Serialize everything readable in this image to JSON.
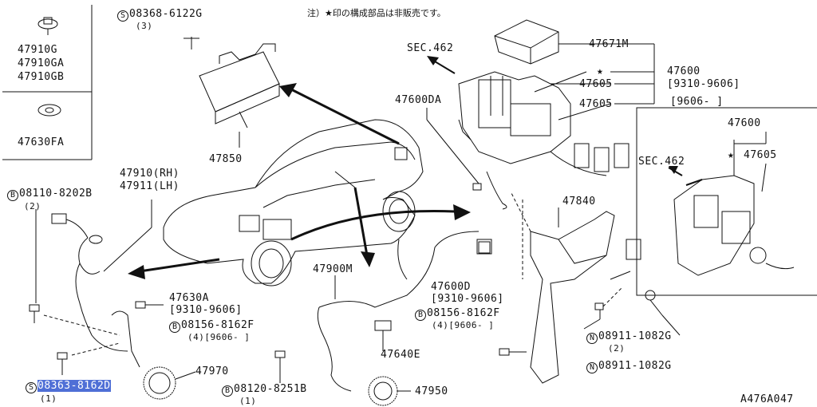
{
  "note": "注）★印の構成部品は非販売です。",
  "diagram_code": "A476A047",
  "parts": {
    "p47910g": "47910G",
    "p47910ga": "47910GA",
    "p47910gb": "47910GB",
    "p47630fa": "47630FA",
    "s08368": "08368-6122G",
    "s08368_qty": "(3)",
    "p47850": "47850",
    "p47910rh": "47910(RH)",
    "p47911lh": "47911(LH)",
    "b08110": "08110-8202B",
    "b08110_qty": "(2)",
    "p47630a": "47630A",
    "p47630a_date": "[9310-9606]",
    "b08156a": "08156-8162F",
    "b08156a_qty": "(4)[9606-    ]",
    "s08363": "08363-8162D",
    "s08363_qty": "(1)",
    "p47970": "47970",
    "b08120": "08120-8251B",
    "b08120_qty": "(1)",
    "p47950": "47950",
    "p47900m": "47900M",
    "p47640e": "47640E",
    "p47600d": "47600D",
    "p47600d_date": "[9310-9606]",
    "b08156b": "08156-8162F",
    "b08156b_qty": "(4)[9606-    ]",
    "p47840": "47840",
    "n08911a": "08911-1082G",
    "n08911a_qty": "(2)",
    "n08911b": "08911-1082G",
    "p47600da": "47600DA",
    "sec462a": "SEC.462",
    "p47671m": "47671M",
    "p47600": "47600",
    "p47600_date1": "[9310-9606]",
    "p47600_date2": "[9606-     ]",
    "p47605a": "47605",
    "p47605b": "47605",
    "p47600r": "47600",
    "sec462b": "SEC.462",
    "p47605r": "47605"
  },
  "symbols": {
    "s": "S",
    "b": "B",
    "n": "N",
    "star": "★"
  }
}
